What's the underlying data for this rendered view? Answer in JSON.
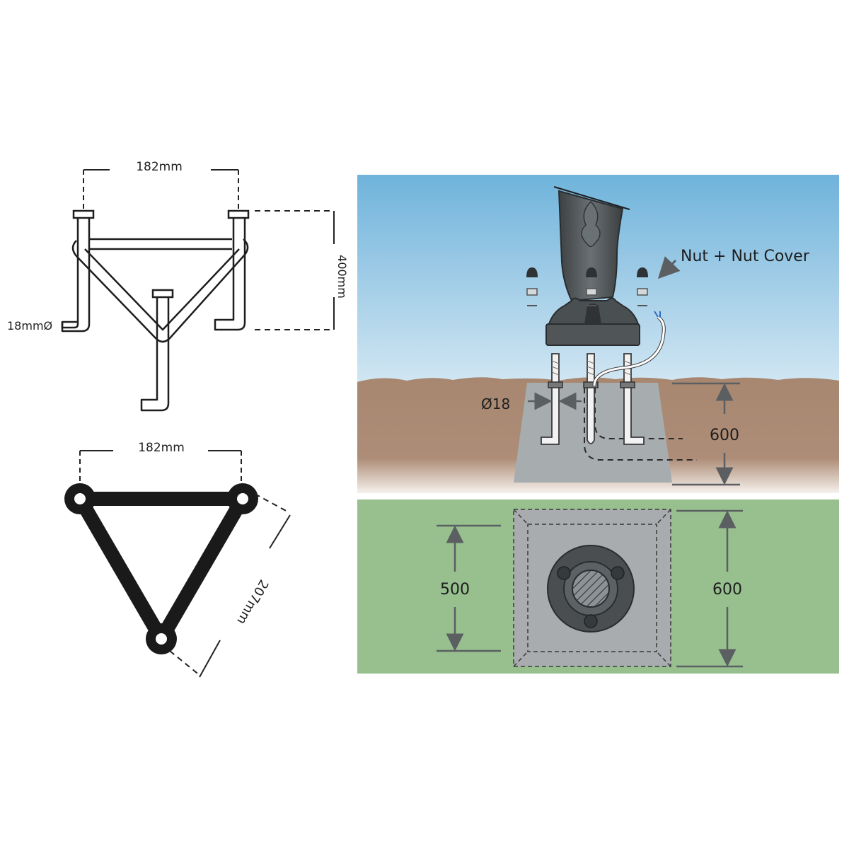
{
  "front_view": {
    "width_label": "182mm",
    "height_label": "400mm",
    "rod_label": "18mmØ"
  },
  "top_view": {
    "width_label": "182mm",
    "side_label": "207mm"
  },
  "install_view": {
    "nut_label": "Nut + Nut Cover",
    "rod_dia_label": "Ø18",
    "depth_label": "600",
    "colors": {
      "sky_top": "#6fb3db",
      "sky_bottom": "#cfe5f2",
      "soil": "#a98a73",
      "concrete": "#a8acaf",
      "grass": "#97c08e"
    }
  },
  "plan_view": {
    "inner_label": "500",
    "outer_label": "600"
  }
}
